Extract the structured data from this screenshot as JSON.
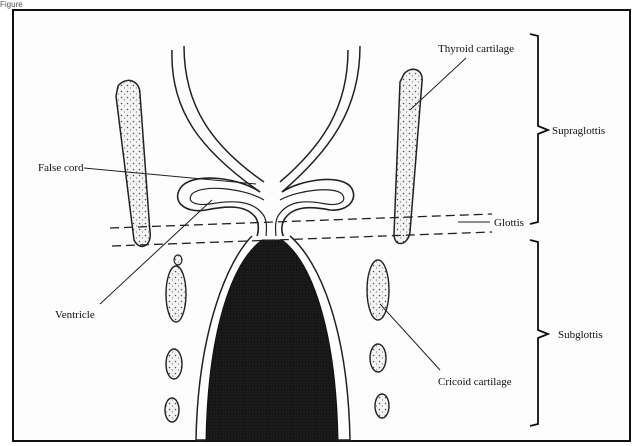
{
  "figure": {
    "tag": "Figure",
    "labels": {
      "thyroid_cartilage": "Thyroid cartilage",
      "false_cord": "False cord",
      "glottis": "Glottis",
      "ventricle": "Ventricle",
      "cricoid_cartilage": "Cricoid cartilage"
    },
    "regions": {
      "supraglottis": "Supraglottis",
      "subglottis": "Subglottis"
    }
  }
}
